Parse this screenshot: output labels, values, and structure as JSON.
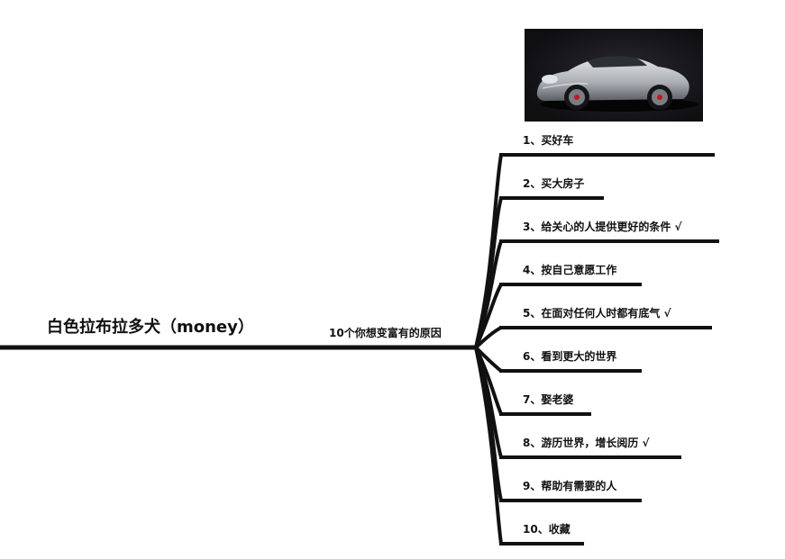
{
  "root": {
    "label": "白色拉布拉多犬（money）"
  },
  "branch": {
    "label": "10个你想变富有的原因"
  },
  "image": {
    "subject": "silver convertible sports car"
  },
  "items": [
    {
      "label": "1、买好车"
    },
    {
      "label": "2、买大房子"
    },
    {
      "label": "3、给关心的人提供更好的条件 √"
    },
    {
      "label": "4、按自己意愿工作"
    },
    {
      "label": "5、在面对任何人时都有底气  √"
    },
    {
      "label": "6、看到更大的世界"
    },
    {
      "label": "7、娶老婆"
    },
    {
      "label": "8、游历世界，增长阅历 √"
    },
    {
      "label": "9、帮助有需要的人"
    },
    {
      "label": "10、收藏"
    }
  ],
  "colors": {
    "line": "#111111",
    "text": "#111111",
    "background": "#ffffff"
  }
}
